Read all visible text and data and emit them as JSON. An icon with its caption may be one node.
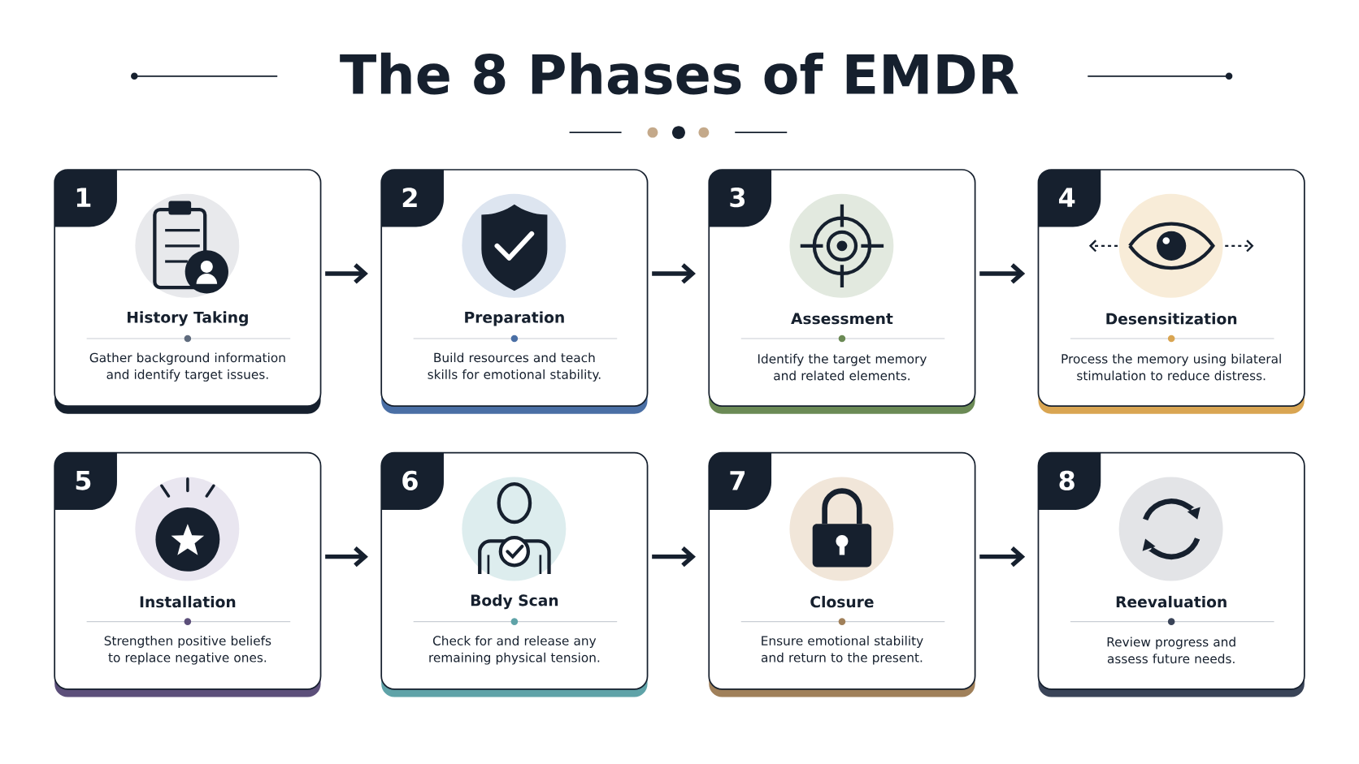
{
  "diagram": {
    "title": "The 8 Phases of EMDR",
    "nodes": [
      {
        "text": [
          "1",
          "History Taking",
          "Gather background information and identify target issues."
        ]
      },
      {
        "text": [
          "2",
          "Preparation",
          "Build resources and teach skills for emotional stability."
        ]
      },
      {
        "text": [
          "3",
          "Assessment",
          "Identify the target memory and related elements."
        ]
      },
      {
        "text": [
          "4",
          "Desensitization",
          "Process the memory using bilateral stimulation to reduce distress."
        ]
      },
      {
        "text": [
          "5",
          "Installation",
          "Strengthen positive beliefs to replace negative ones."
        ]
      },
      {
        "text": [
          "6",
          "Body Scan",
          "Check for and release any remaining physical tension."
        ]
      },
      {
        "text": [
          "7",
          "Closure",
          "Ensure emotional stability and return to the present."
        ]
      },
      {
        "text": [
          "8",
          "Reevaluation",
          "Review progress and assess future needs."
        ]
      }
    ],
    "edges": [
      {
        "from": 0,
        "to": 1,
        "arrow": "to"
      },
      {
        "from": 1,
        "to": 2,
        "arrow": "to"
      },
      {
        "from": 2,
        "to": 3,
        "arrow": "to"
      },
      {
        "from": 4,
        "to": 5,
        "arrow": "to"
      },
      {
        "from": 5,
        "to": 6,
        "arrow": "to"
      },
      {
        "from": 6,
        "to": 7,
        "arrow": "to"
      }
    ]
  }
}
